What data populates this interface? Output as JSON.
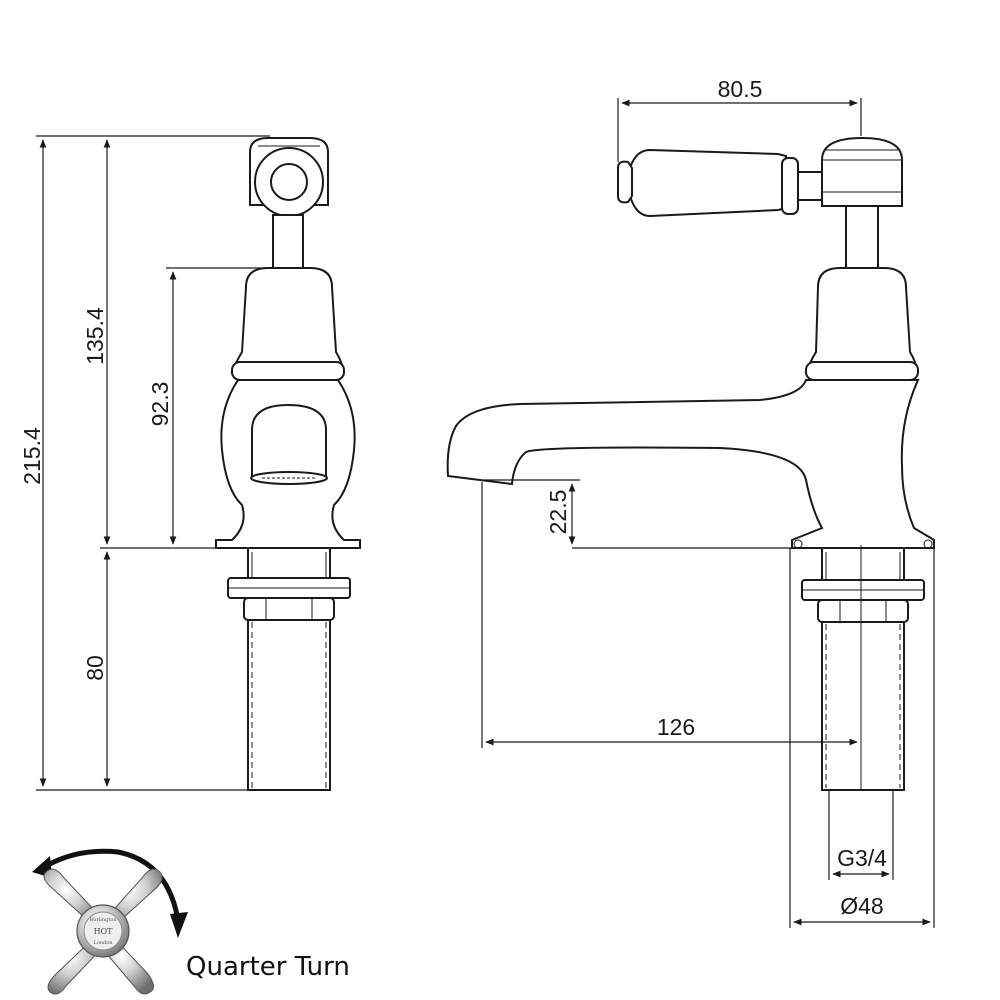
{
  "dimensions": {
    "overall_height": "215.4",
    "height_to_top": "135.4",
    "spout_height": "92.3",
    "below_deck": "80",
    "handle_length": "80.5",
    "spout_clearance": "22.5",
    "spout_reach": "126",
    "thread": "G3/4",
    "flange_diameter": "Ø48"
  },
  "handle_badge": {
    "brand": "Burlington",
    "label": "HOT",
    "city": "London"
  },
  "caption": "Quarter Turn",
  "colors": {
    "line": "#1a1a1a",
    "chrome_light": "#e6e6e6",
    "chrome_dark": "#7a7a7a"
  }
}
